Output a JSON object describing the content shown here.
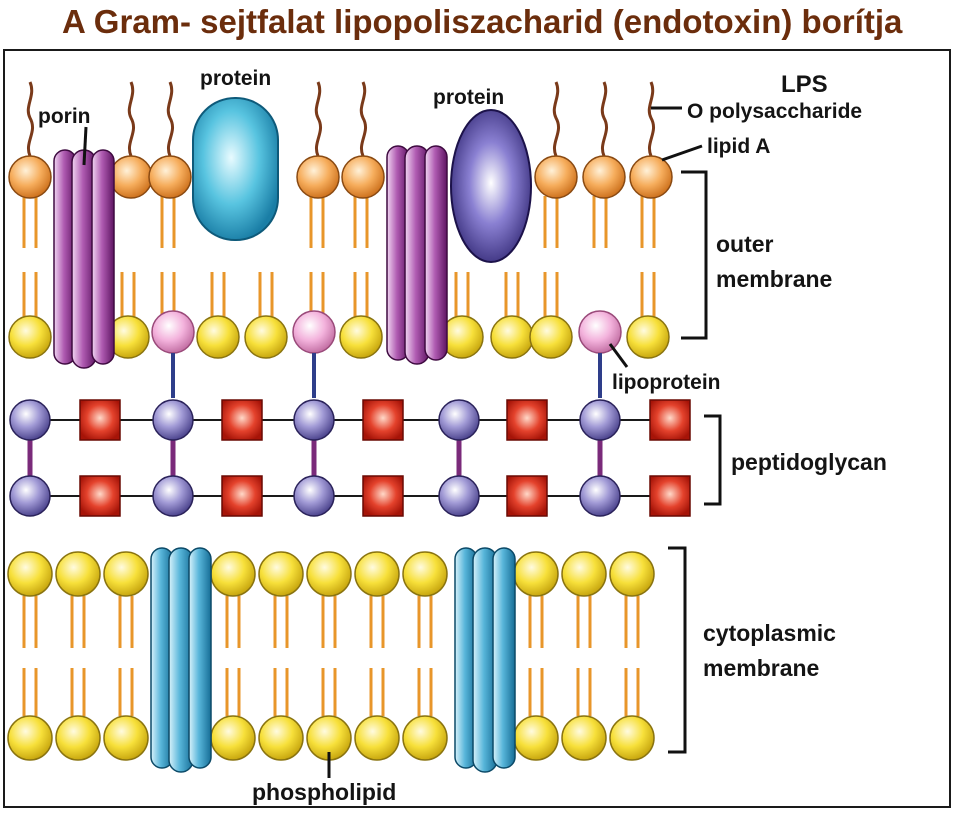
{
  "title": "A Gram- sejtfalat lipopoliszacharid (endotoxin) borítja",
  "labels": {
    "lps": "LPS",
    "o_polysaccharide": "O polysaccharide",
    "lipid_a": "lipid A",
    "outer_membrane_1": "outer",
    "outer_membrane_2": "membrane",
    "lipoprotein": "lipoprotein",
    "peptidoglycan": "peptidoglycan",
    "cytoplasmic_membrane_1": "cytoplasmic",
    "cytoplasmic_membrane_2": "membrane",
    "phospholipid": "phospholipid",
    "porin": "porin",
    "protein_1": "protein",
    "protein_2": "protein"
  },
  "colors": {
    "title": "#6b2d0c",
    "lipid_a_head": "#f2a04a",
    "phospholipid_head": "#f7e03a",
    "lipoprotein_head": "#f0a8d8",
    "tail": "#e8962a",
    "o_chain": "#7a3a1a",
    "porin": "#8a2a8c",
    "outer_protein_1": "#3aaed0",
    "outer_protein_2": "#4a3a9a",
    "sugar_node": "#7b73b8",
    "peptide_square": "#d42a1a",
    "crosslink": "#7a2a7a",
    "cytoplasmic_channel": "#2a96c0"
  }
}
